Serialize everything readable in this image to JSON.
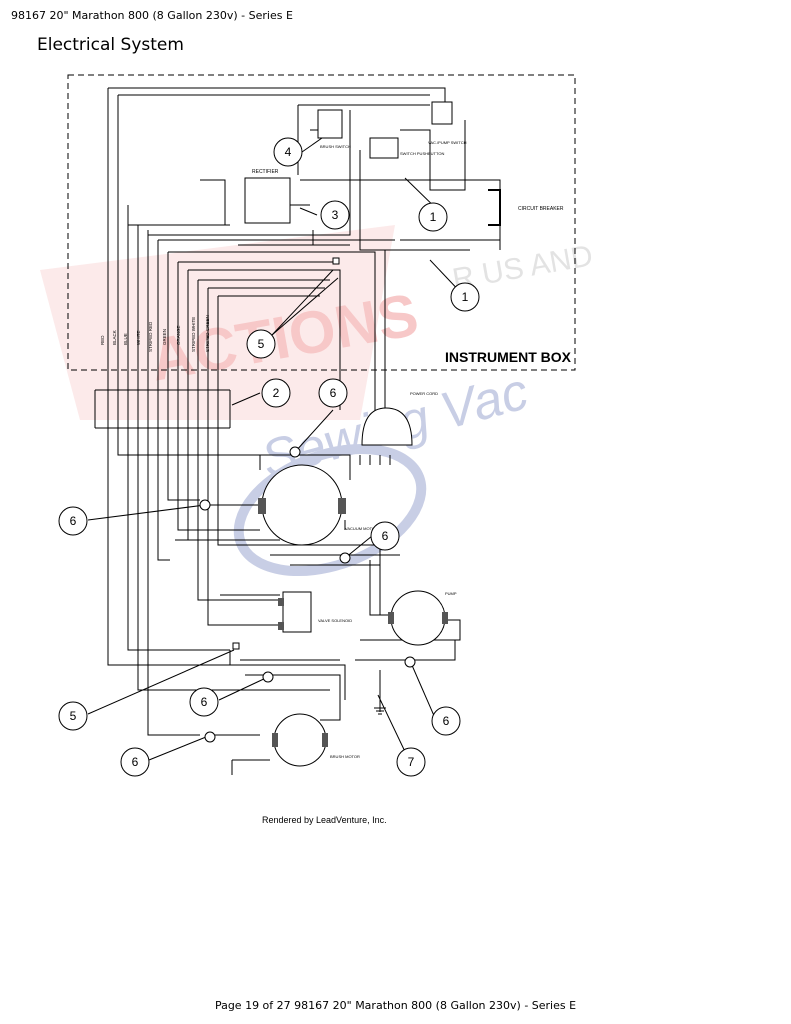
{
  "header": {
    "title": "98167 20\" Marathon 800 (8 Gallon 230v) - Series E"
  },
  "section": {
    "title": "Electrical System"
  },
  "diagram": {
    "box_label": "INSTRUMENT BOX",
    "credit": "Rendered by LeadVenture, Inc.",
    "callouts": [
      "1",
      "1",
      "2",
      "3",
      "4",
      "5",
      "5",
      "6",
      "6",
      "6",
      "6",
      "6",
      "6",
      "7"
    ],
    "components": {
      "rectifier": "RECTIFIER",
      "brush_switch": "BRUSH SWITCH",
      "vac_pump_switch": "VAC./PUMP SWITCH",
      "switch_pushbutton": "SWITCH PUSHBUTTON",
      "circuit_breaker": "CIRCUIT BREAKER",
      "power_cord": "POWER CORD",
      "vacuum_motor": "VACUUM MOTOR",
      "valve_solenoid": "VALVE SOLENOID",
      "pump": "PUMP",
      "brush_motor": "BRUSH MOTOR"
    },
    "wire_labels": {
      "red": "RED",
      "black": "BLACK",
      "blue": "BLUE",
      "white": "WHITE",
      "green": "GREEN",
      "orange": "ORANGE",
      "striped_red": "STRIPED RED",
      "striped_white": "STRIPED WHITE",
      "striped_green": "STRIPED GREEN"
    },
    "watermark": {
      "text1": "ACTIONS",
      "text2": "R US AND",
      "text3": "Sewing Vac",
      "color_red": "#e23b3b",
      "color_blue": "#3b4fa0"
    }
  },
  "footer": {
    "page_text": "Page 19 of 27 98167 20\" Marathon 800 (8 Gallon 230v) - Series E"
  }
}
